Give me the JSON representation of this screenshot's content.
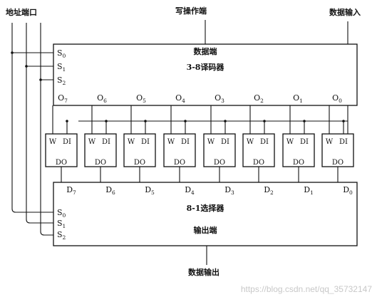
{
  "labels": {
    "address_port": "地址端口",
    "write_port": "写操作端",
    "data_input": "数据输入",
    "data_output": "数据输出",
    "watermark": "https://blog.csdn.net/qq_35732147"
  },
  "decoder": {
    "top_label": "数据端",
    "name": "3-8译码器",
    "select_inputs": [
      {
        "base": "S",
        "sub": "0"
      },
      {
        "base": "S",
        "sub": "1"
      },
      {
        "base": "S",
        "sub": "2"
      }
    ],
    "outputs": [
      {
        "base": "O",
        "sub": "7"
      },
      {
        "base": "O",
        "sub": "6"
      },
      {
        "base": "O",
        "sub": "5"
      },
      {
        "base": "O",
        "sub": "4"
      },
      {
        "base": "O",
        "sub": "3"
      },
      {
        "base": "O",
        "sub": "2"
      },
      {
        "base": "O",
        "sub": "1"
      },
      {
        "base": "O",
        "sub": "0"
      }
    ]
  },
  "cell": {
    "w": "W",
    "di": "DI",
    "do": "DO"
  },
  "selector": {
    "name": "8-1选择器",
    "bottom_label": "输出端",
    "select_inputs": [
      {
        "base": "S",
        "sub": "0"
      },
      {
        "base": "S",
        "sub": "1"
      },
      {
        "base": "S",
        "sub": "2"
      }
    ],
    "inputs": [
      {
        "base": "D",
        "sub": "7"
      },
      {
        "base": "D",
        "sub": "6"
      },
      {
        "base": "D",
        "sub": "5"
      },
      {
        "base": "D",
        "sub": "4"
      },
      {
        "base": "D",
        "sub": "3"
      },
      {
        "base": "D",
        "sub": "2"
      },
      {
        "base": "D",
        "sub": "1"
      },
      {
        "base": "D",
        "sub": "0"
      }
    ]
  }
}
